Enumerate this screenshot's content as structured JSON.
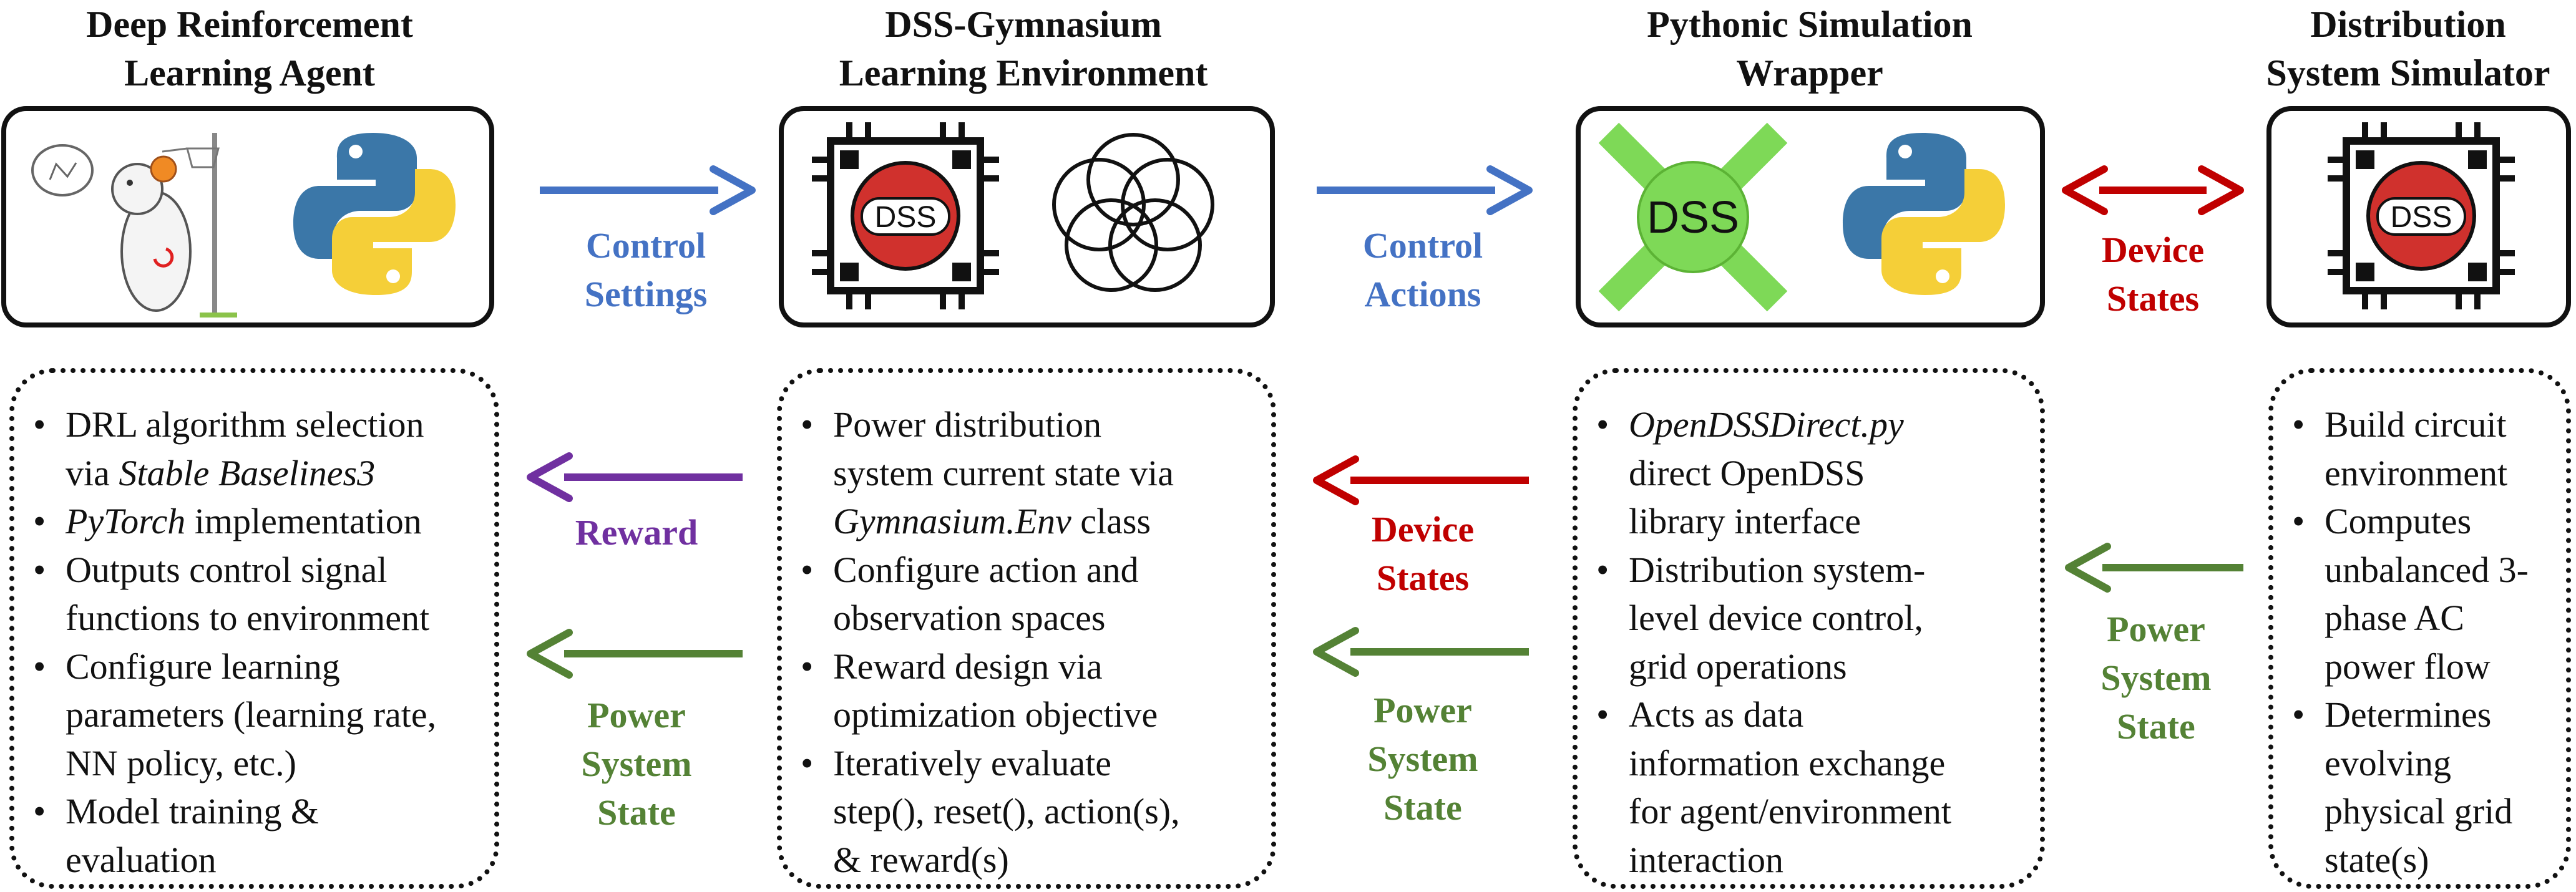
{
  "colors": {
    "blue": "#4472c4",
    "red": "#c00000",
    "purple": "#7030a0",
    "green": "#548235",
    "python_blue": "#3b77a8",
    "python_yellow": "#f5cf38",
    "dss_red": "#d0312d",
    "dss_green": "#7ed957"
  },
  "columns": [
    {
      "title_lines": [
        "Deep Reinforcement",
        "Learning Agent"
      ],
      "icons": [
        "basketball-agent-icon",
        "python-logo-icon"
      ],
      "bullets": [
        [
          {
            "text": "DRL algorithm selection"
          }
        ],
        [
          {
            "text": "via "
          },
          {
            "text": "Stable Baselines3",
            "italic": true
          }
        ],
        [
          {
            "text": "PyTorch",
            "italic": true
          },
          {
            "text": " implementation"
          }
        ],
        [
          {
            "text": "Outputs control signal"
          }
        ],
        [
          {
            "text": "functions to environment"
          }
        ],
        [
          {
            "text": "Configure learning"
          }
        ],
        [
          {
            "text": "parameters (learning rate,"
          }
        ],
        [
          {
            "text": "NN policy, etc.)"
          }
        ],
        [
          {
            "text": "Model training &"
          }
        ],
        [
          {
            "text": "evaluation"
          }
        ]
      ],
      "bullet_starts": [
        0,
        2,
        3,
        5,
        8
      ]
    },
    {
      "title_lines": [
        "DSS-Gymnasium",
        "Learning Environment"
      ],
      "icons": [
        "dss-chip-icon",
        "gymnasium-logo-icon"
      ],
      "bullets": [
        [
          {
            "text": "Power distribution"
          }
        ],
        [
          {
            "text": "system current state via"
          }
        ],
        [
          {
            "text": "Gymnasium.Env",
            "italic": true
          },
          {
            "text": " class"
          }
        ],
        [
          {
            "text": "Configure action and"
          }
        ],
        [
          {
            "text": "observation spaces"
          }
        ],
        [
          {
            "text": "Reward design via"
          }
        ],
        [
          {
            "text": "optimization objective"
          }
        ],
        [
          {
            "text": "Iteratively evaluate"
          }
        ],
        [
          {
            "text": "step(), reset(), action(s),"
          }
        ],
        [
          {
            "text": "& reward(s)"
          }
        ]
      ],
      "bullet_starts": [
        0,
        3,
        5,
        7
      ]
    },
    {
      "title_lines": [
        "Pythonic Simulation",
        "Wrapper"
      ],
      "icons": [
        "dss-cross-icon",
        "python-logo-icon"
      ],
      "bullets": [
        [
          {
            "text": "OpenDSSDirect.py",
            "italic": true
          }
        ],
        [
          {
            "text": "direct OpenDSS"
          }
        ],
        [
          {
            "text": "library interface"
          }
        ],
        [
          {
            "text": "Distribution system-"
          }
        ],
        [
          {
            "text": "level device control,"
          }
        ],
        [
          {
            "text": "grid operations"
          }
        ],
        [
          {
            "text": "Acts as data"
          }
        ],
        [
          {
            "text": "information exchange"
          }
        ],
        [
          {
            "text": "for agent/environment"
          }
        ],
        [
          {
            "text": "interaction"
          }
        ]
      ],
      "bullet_starts": [
        0,
        3,
        6
      ]
    },
    {
      "title_lines": [
        "Distribution",
        "System Simulator"
      ],
      "icons": [
        "dss-chip-icon"
      ],
      "bullets": [
        [
          {
            "text": "Build circuit"
          }
        ],
        [
          {
            "text": "environment"
          }
        ],
        [
          {
            "text": "Computes"
          }
        ],
        [
          {
            "text": "unbalanced 3-"
          }
        ],
        [
          {
            "text": "phase AC"
          }
        ],
        [
          {
            "text": "power flow"
          }
        ],
        [
          {
            "text": "Determines"
          }
        ],
        [
          {
            "text": "evolving"
          }
        ],
        [
          {
            "text": "physical grid"
          }
        ],
        [
          {
            "text": "state(s)"
          }
        ]
      ],
      "bullet_starts": [
        0,
        2,
        6
      ]
    }
  ],
  "dss_label": "DSS",
  "arrows": [
    {
      "id": "control-settings",
      "direction": "right",
      "color": "blue",
      "label_lines": [
        "Control",
        "Settings"
      ]
    },
    {
      "id": "control-actions",
      "direction": "right",
      "color": "blue",
      "label_lines": [
        "Control",
        "Actions"
      ]
    },
    {
      "id": "device-states-top",
      "direction": "both",
      "color": "red",
      "label_lines": [
        "Device",
        "States"
      ]
    },
    {
      "id": "reward",
      "direction": "left",
      "color": "purple",
      "label_lines": [
        "Reward"
      ]
    },
    {
      "id": "power-state-1",
      "direction": "left",
      "color": "green",
      "label_lines": [
        "Power",
        "System",
        "State"
      ]
    },
    {
      "id": "device-states-bottom",
      "direction": "left",
      "color": "red",
      "label_lines": [
        "Device",
        "States"
      ]
    },
    {
      "id": "power-state-2",
      "direction": "left",
      "color": "green",
      "label_lines": [
        "Power",
        "System",
        "State"
      ]
    },
    {
      "id": "power-state-3",
      "direction": "left",
      "color": "green",
      "label_lines": [
        "Power",
        "System",
        "State"
      ]
    }
  ]
}
